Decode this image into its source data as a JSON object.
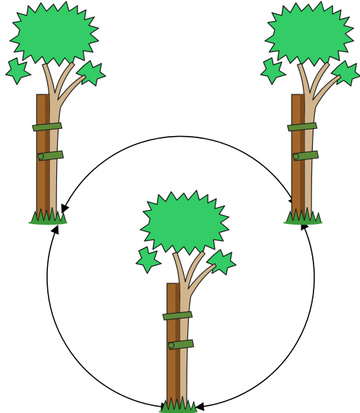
{
  "diagram": {
    "kind": "cycle",
    "node_count": 3,
    "nodes": [
      {
        "id": "tree-top-left",
        "icon": "staked-tree-icon",
        "stake_ties": 2
      },
      {
        "id": "tree-top-right",
        "icon": "staked-tree-icon",
        "stake_ties": 2
      },
      {
        "id": "tree-bottom-center",
        "icon": "staked-tree-icon",
        "stake_ties": 2
      }
    ],
    "edges": [
      {
        "from": "tree-top-left",
        "to": "tree-top-right",
        "direction": "both"
      },
      {
        "from": "tree-top-left",
        "to": "tree-bottom-center",
        "direction": "both"
      },
      {
        "from": "tree-top-right",
        "to": "tree-bottom-center",
        "direction": "both"
      }
    ]
  },
  "colors": {
    "foliage": "#33cc66",
    "foliage_outline": "#1a1a1a",
    "trunk": "#d2b48c",
    "stake": "#a0652a",
    "stake_shade": "#7a4a1c",
    "tie": "#5d8a3a",
    "grass": "#3a9a3a",
    "line": "#000000"
  }
}
